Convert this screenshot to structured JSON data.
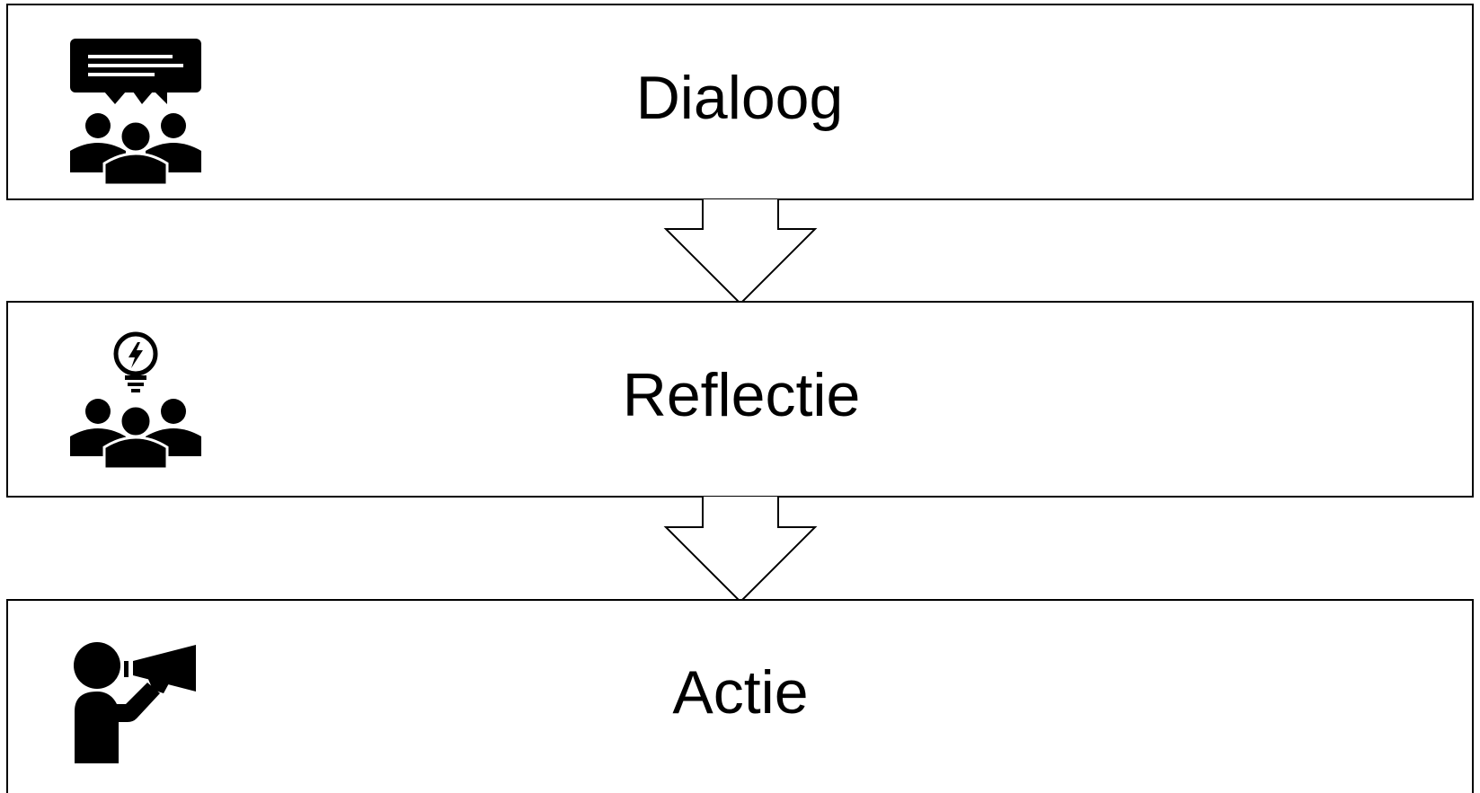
{
  "diagram": {
    "steps": [
      {
        "label": "Dialoog",
        "icon": "group-dialogue-speech-bubble-icon"
      },
      {
        "label": "Reflectie",
        "icon": "group-lightbulb-idea-icon"
      },
      {
        "label": "Actie",
        "icon": "person-megaphone-icon"
      }
    ],
    "connectors": [
      {
        "from": "Dialoog",
        "to": "Reflectie",
        "style": "hollow-down-arrow"
      },
      {
        "from": "Reflectie",
        "to": "Actie",
        "style": "hollow-down-arrow"
      }
    ],
    "colors": {
      "stroke": "#000000",
      "fill": "#ffffff",
      "icon": "#000000"
    }
  }
}
